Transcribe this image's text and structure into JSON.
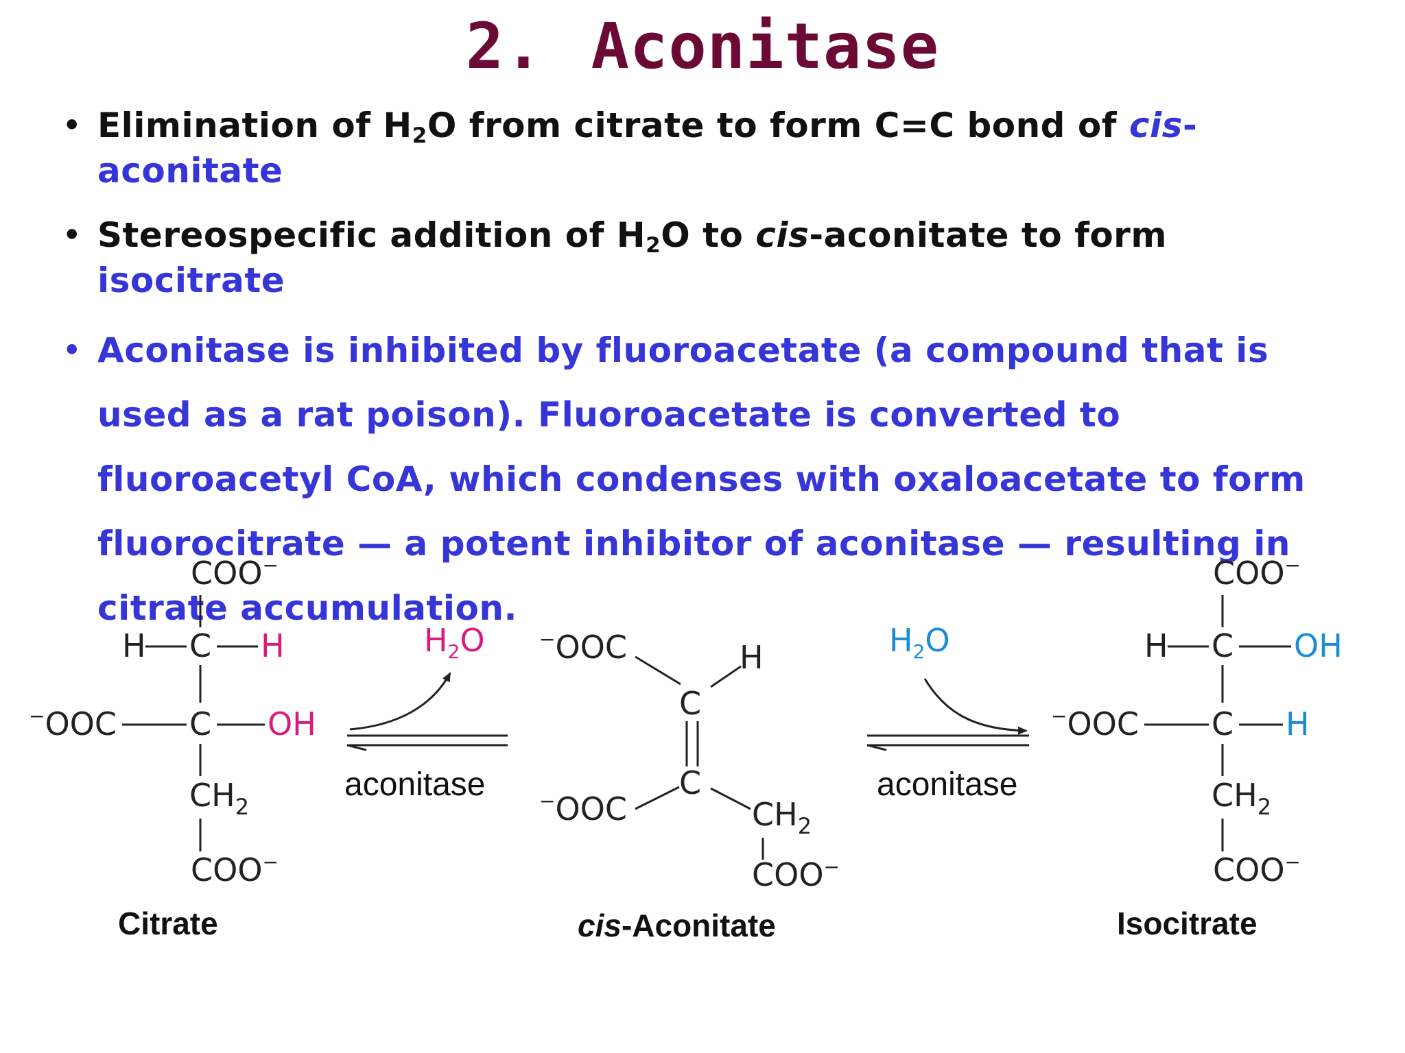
{
  "title": {
    "number": "2.",
    "text": "Aconitase"
  },
  "bullets": {
    "b1": {
      "pre": "Elimination of H",
      "sub": "2",
      "mid": "O from citrate to form C=C bond of ",
      "italic": "cis",
      "post": "-aconitate"
    },
    "b2": {
      "pre": "Stereospecific addition of H",
      "sub": "2",
      "mid": "O to ",
      "italic": "cis",
      "mid2": "-aconitate to form ",
      "post": "isocitrate"
    },
    "b3": {
      "text": "Aconitase is inhibited by fluoroacetate (a compound that is used as a rat poison). Fluoroacetate is converted to fluoroacetyl CoA, which condenses with oxaloacetate to form fluorocitrate — a potent inhibitor of aconitase — resulting in citrate accumulation."
    }
  },
  "diagram": {
    "enzyme1": "aconitase",
    "enzyme2": "aconitase",
    "water1": {
      "h": "H",
      "sub": "2",
      "o": "O"
    },
    "water2": {
      "h": "H",
      "sub": "2",
      "o": "O"
    },
    "citrate": {
      "name": "Citrate",
      "coo_top": "COO",
      "h_left": "H",
      "c1": "C",
      "h_right": "H",
      "ooc": "OOC",
      "c2": "C",
      "oh": "OH",
      "ch": "CH",
      "sub": "2",
      "coo_bottom": "COO",
      "minus": "−"
    },
    "cis_aconitate": {
      "name_italic": "cis",
      "name_rest": "-Aconitate",
      "ooc_top": "OOC",
      "c1": "C",
      "h": "H",
      "c2": "C",
      "ooc_bottom": "OOC",
      "ch": "CH",
      "sub": "2",
      "coo": "COO",
      "minus": "−"
    },
    "isocitrate": {
      "name": "Isocitrate",
      "coo_top": "COO",
      "h_left": "H",
      "c1": "C",
      "oh": "OH",
      "ooc": "OOC",
      "c2": "C",
      "h_right": "H",
      "ch": "CH",
      "sub": "2",
      "coo_bottom": "COO",
      "minus": "−"
    }
  },
  "colors": {
    "title": "#6b0a35",
    "blue_text": "#3535d8",
    "pink": "#d81c7c",
    "cyan": "#1a8cd6"
  }
}
